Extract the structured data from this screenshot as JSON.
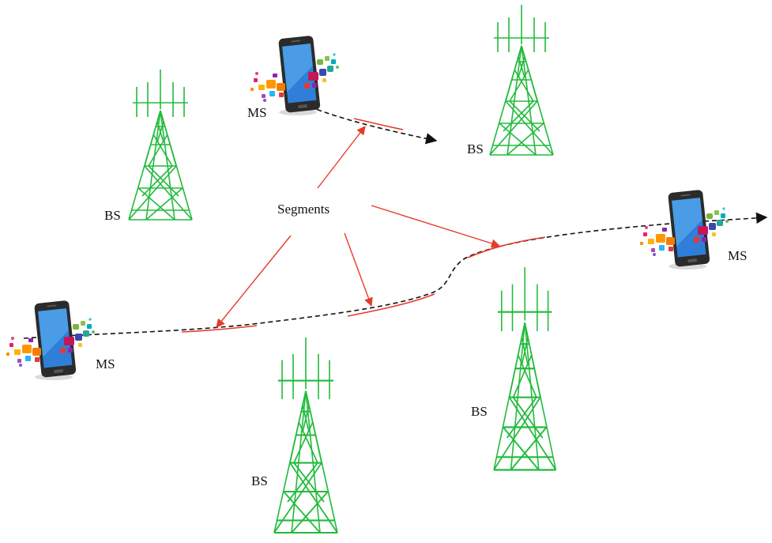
{
  "labels": {
    "segments": "Segments",
    "bs": "BS",
    "ms": "MS"
  },
  "colors": {
    "tower": "#22bb3c",
    "segment": "#e53b2c",
    "path": "#111111",
    "phone_body": "#2b2b2b",
    "phone_screen": "#2f7fd8"
  },
  "icons": {
    "tower": "base-station-tower-icon",
    "phone": "smartphone-with-app-icons",
    "arrow": "arrowhead-icon"
  }
}
